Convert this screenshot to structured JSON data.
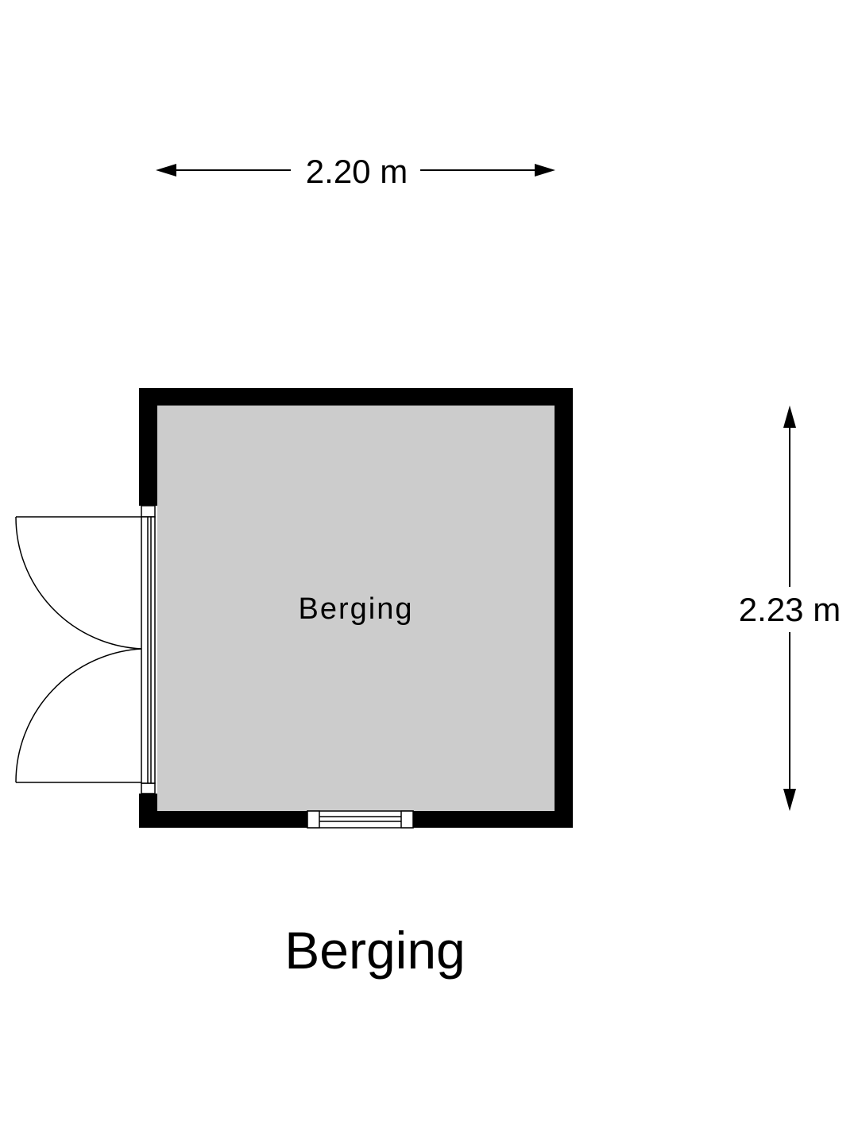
{
  "plan": {
    "title": "Berging",
    "room_label": "Berging",
    "width_dimension": "2.20 m",
    "height_dimension": "2.23 m"
  },
  "colors": {
    "wall": "#000000",
    "floor": "#cccccc",
    "background": "#ffffff"
  }
}
